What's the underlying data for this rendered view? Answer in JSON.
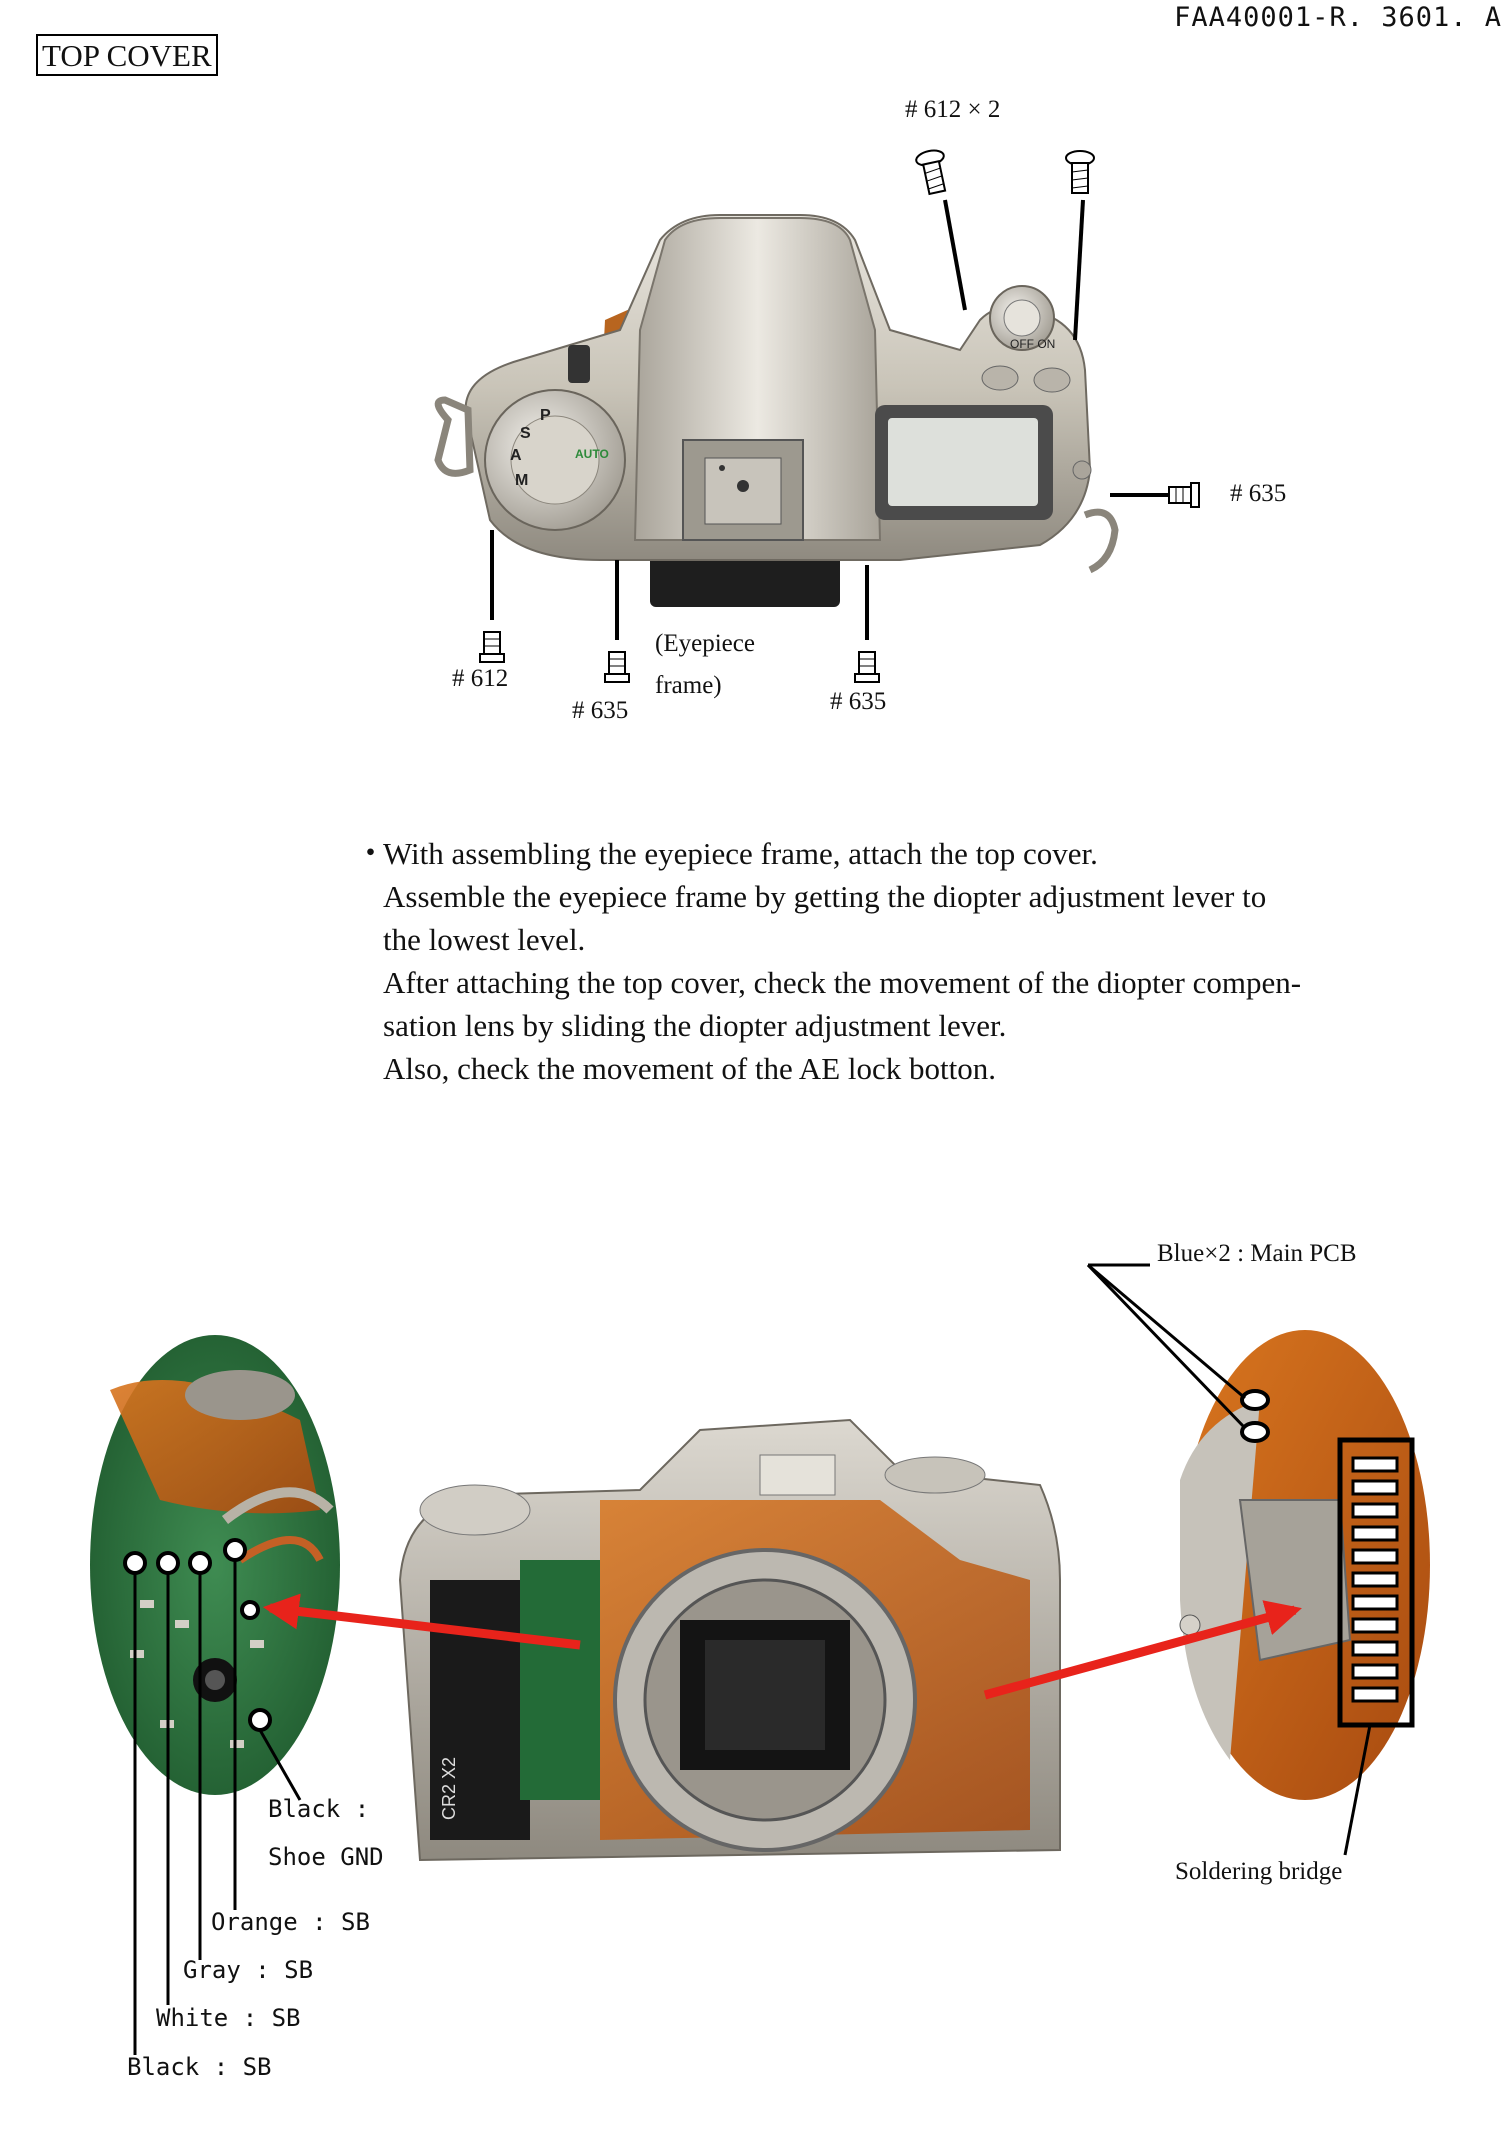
{
  "header": {
    "doc_id": "FAA40001-R. 3601. A",
    "section_title": "TOP COVER"
  },
  "top_diagram": {
    "screw_pair_label": "# 612 × 2",
    "screw_right_label": "# 635",
    "screw_bottom_left_label": "# 612",
    "screw_bottom_mid_label": "# 635",
    "eyepiece_label_line1": "(Eyepiece",
    "eyepiece_label_line2": "frame)",
    "screw_bottom_right_label": "# 635",
    "dial_text": [
      "AUTO",
      "P",
      "S",
      "A",
      "M"
    ],
    "switch_text": "OFF ON"
  },
  "instructions": {
    "bullet": "・",
    "lines": [
      "With assembling the eyepiece frame, attach the top cover.",
      "Assemble the eyepiece frame by getting the diopter adjustment lever to",
      "the lowest level.",
      "After attaching the top cover, check the movement of the diopter compen-",
      "sation lens by sliding the diopter adjustment lever.",
      "Also, check the movement of the AE lock botton."
    ]
  },
  "bottom_diagram": {
    "blue_label": "Blue×2 : Main PCB",
    "soldering_label": "Soldering bridge",
    "black_shoe_line1": "Black :",
    "black_shoe_line2": "Shoe GND",
    "orange_label": "Orange : SB",
    "gray_label": "Gray : SB",
    "white_label": "White : SB",
    "black_sb_label": "Black : SB",
    "battery_text": "CR2 X2",
    "arrow_color": "#e8231b"
  }
}
